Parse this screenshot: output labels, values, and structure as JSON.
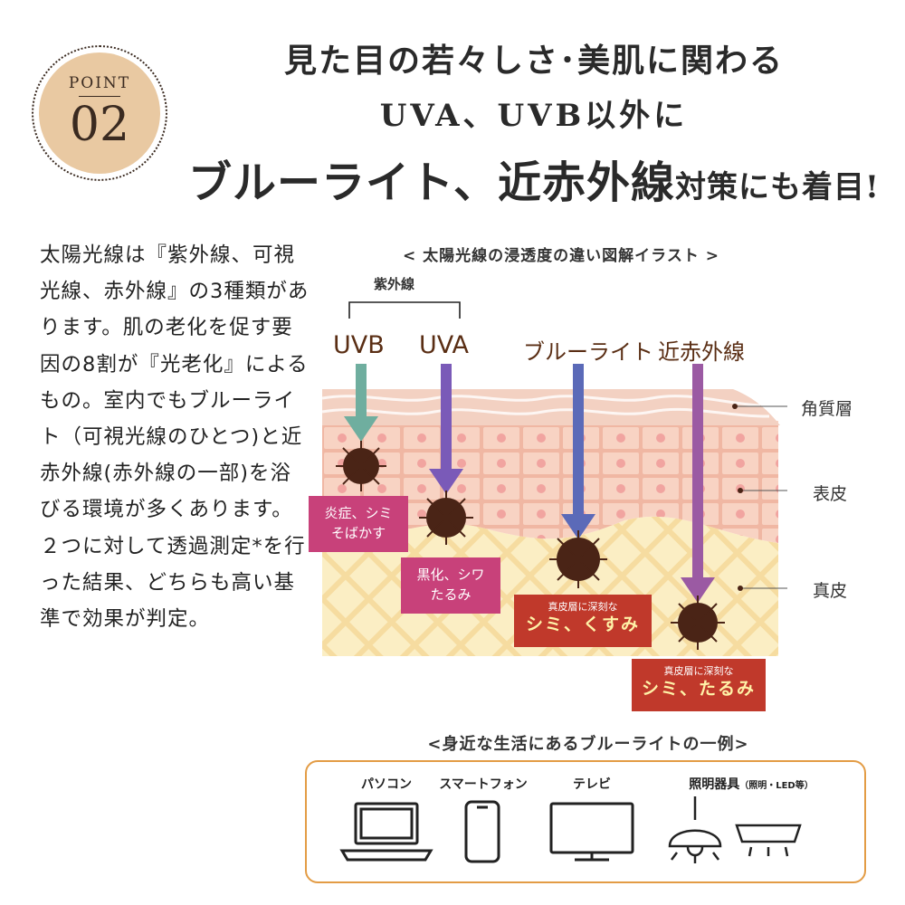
{
  "badge": {
    "point": "POINT",
    "number": "02"
  },
  "headline": {
    "line1": "見た目の若々しさ･美肌に関わる",
    "line2": "UVA、UVB以外に",
    "line3_big": "ブルーライト、近赤外線",
    "line3_small": "対策にも着目!"
  },
  "body_text": "太陽光線は『紫外線、可視光線、赤外線』の3種類があります。肌の老化を促す要因の8割が『光老化』によるもの。室内でもブルーライト（可視光線のひとつ)と近赤外線(赤外線の一部)を浴びる環境が多くあります。\n２つに対して透過測定*を行った結果、どちらも高い基準で効果が判定。",
  "diagram": {
    "title": "< 太陽光線の浸透度の違い図解イラスト >",
    "uv_group_label": "紫外線",
    "rays": [
      {
        "label": "UVB",
        "color": "#6fae9f"
      },
      {
        "label": "UVA",
        "color": "#7a5ab8"
      },
      {
        "label": "ブルーライト",
        "color": "#5b6ab8"
      },
      {
        "label": "近赤外線",
        "color": "#9b5aa3"
      }
    ],
    "layers": [
      "角質層",
      "表皮",
      "真皮"
    ],
    "effects": [
      {
        "line1": "炎症、シミ",
        "line2": "そばかす"
      },
      {
        "line1": "黒化、シワ",
        "line2": "たるみ"
      },
      {
        "line1": "真皮層に深刻な",
        "line2": "シミ、くすみ"
      },
      {
        "line1": "真皮層に深刻な",
        "line2": "シミ、たるみ"
      }
    ],
    "colors": {
      "skin_top": "#f3c9b8",
      "dermis": "#f6dca0",
      "pink_tag": "#c8417a",
      "red_tag": "#c0392b",
      "spot": "#4a2416"
    }
  },
  "examples": {
    "title": "<身近な生活にあるブルーライトの一例>",
    "items": [
      {
        "label": "パソコン",
        "icon": "laptop-icon"
      },
      {
        "label": "スマートフォン",
        "icon": "smartphone-icon"
      },
      {
        "label": "テレビ",
        "icon": "tv-icon"
      },
      {
        "label": "照明器具",
        "note": "（照明・LED等）",
        "icon": "lamp-icon"
      }
    ],
    "border_color": "#e39c45"
  }
}
